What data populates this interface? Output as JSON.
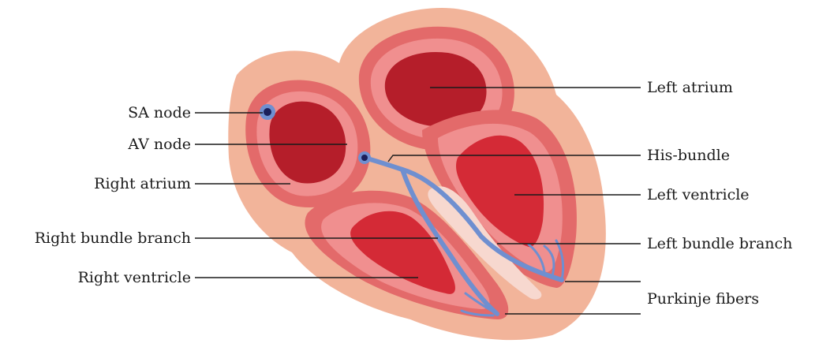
{
  "labels": {
    "sa_node": "SA node",
    "av_node": "AV node",
    "right_atrium": "Right atrium",
    "right_bundle_branch": "Right bundle branch",
    "right_ventricle": "Right ventricle",
    "left_atrium": "Left atrium",
    "his_bundle": "His-bundle",
    "left_ventricle": "Left ventricle",
    "left_bundle_branch": "Left bundle branch",
    "purkinje_fibers": "Purkinje fibers"
  },
  "colors": {
    "outer_tissue": "#f2b49a",
    "wall": "#e36a6a",
    "inner_wall": "#f08f8f",
    "chamber": "#d42a36",
    "chamber_dark": "#b51e2a",
    "septum_light": "#f7d8cf",
    "conduction": "#6f8fd0",
    "node_dark": "#1c1f5a",
    "leader": "#1a1a1a"
  }
}
